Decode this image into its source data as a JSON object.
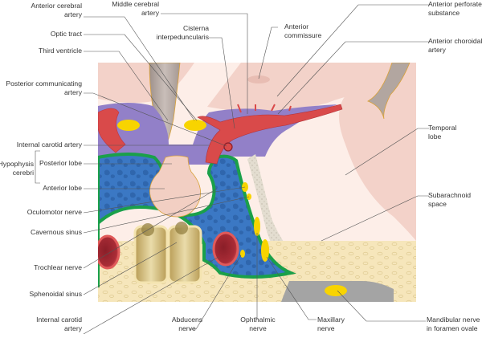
{
  "figure": {
    "title": "Coronal section through the cavernous sinus and hypophysis",
    "colors": {
      "brain": "#fbe9e3",
      "brain_dark": "#f1c9c0",
      "ventricle": "#b8aaa4",
      "artery": "#d94a4a",
      "artery_dark": "#a82c34",
      "nerve": "#f8d400",
      "sinus_blue": "#3b78c4",
      "dura_green": "#1aa04a",
      "purple_space": "#8f7ac4",
      "bone": "#f6e6bb",
      "sphenoid": "#c9b06a",
      "leader": "#555555"
    },
    "labels": {
      "anterior_cerebral_artery": [
        "Anterior cerebral",
        "artery"
      ],
      "optic_tract": [
        "Optic tract"
      ],
      "third_ventricle": [
        "Third ventricle"
      ],
      "posterior_communicating_artery": [
        "Posterior communicating",
        "artery"
      ],
      "internal_carotid_artery_top": [
        "Internal carotid artery"
      ],
      "hypophysis_cerebri": [
        "Hypophysis",
        "cerebri"
      ],
      "posterior_lobe": [
        "Posterior lobe"
      ],
      "anterior_lobe": [
        "Anterior lobe"
      ],
      "oculomotor_nerve": [
        "Oculomotor nerve"
      ],
      "cavernous_sinus": [
        "Cavernous sinus"
      ],
      "trochlear_nerve": [
        "Trochlear nerve"
      ],
      "sphenoidal_sinus": [
        "Sphenoidal sinus"
      ],
      "internal_carotid_artery_bottom": [
        "Internal carotid",
        "artery"
      ],
      "middle_cerebral_artery": [
        "Middle cerebral",
        "artery"
      ],
      "cisterna_interpeduncularis": [
        "Cisterna",
        "interpeduncularis"
      ],
      "anterior_commissure": [
        "Anterior",
        "commissure"
      ],
      "anterior_perforated_substance": [
        "Anterior perforated",
        "substance"
      ],
      "anterior_choroidal_artery": [
        "Anterior choroidal",
        "artery"
      ],
      "temporal_lobe": [
        "Temporal",
        "lobe"
      ],
      "subarachnoid_space": [
        "Subarachnoid",
        "space"
      ],
      "abducens_nerve": [
        "Abducens",
        "nerve"
      ],
      "ophthalmic_nerve": [
        "Ophthalmic",
        "nerve"
      ],
      "maxillary_nerve": [
        "Maxillary",
        "nerve"
      ],
      "mandibular_nerve": [
        "Mandibular nerve",
        "in foramen ovale"
      ]
    }
  }
}
